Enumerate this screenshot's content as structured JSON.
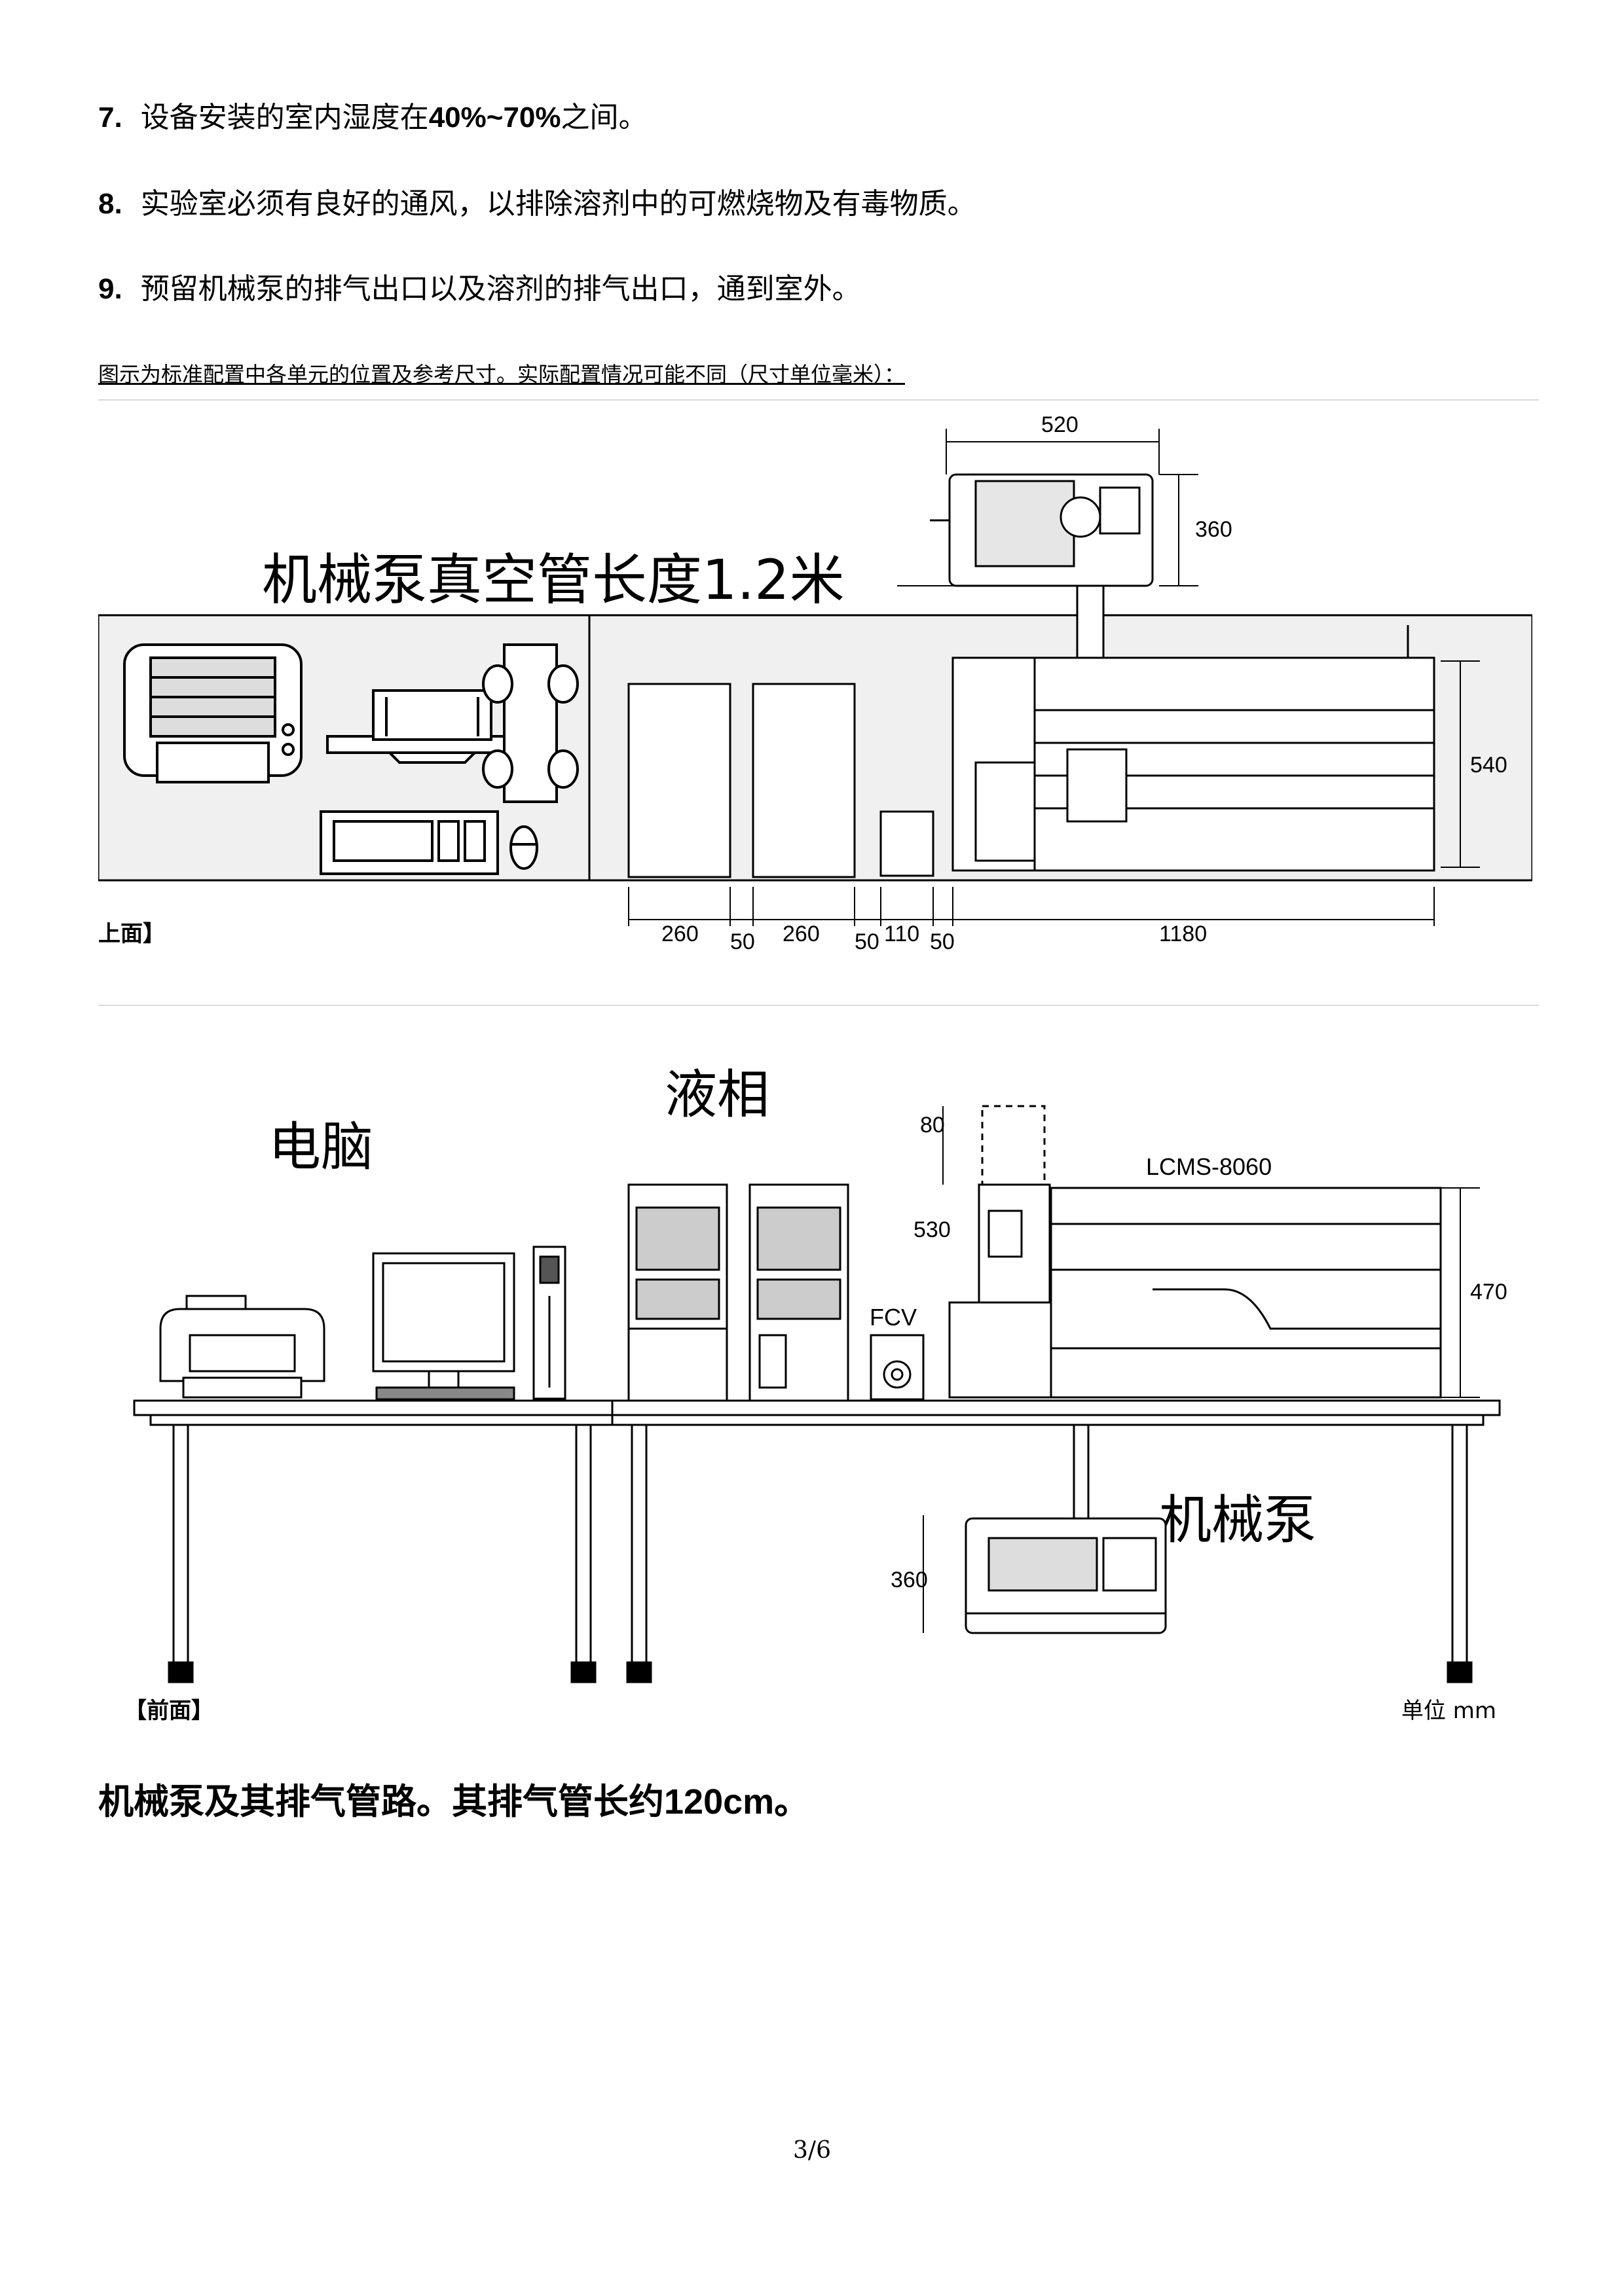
{
  "list": [
    {
      "num": "7.",
      "pre": "设备安装的室内湿度在",
      "bold": "40%~70%",
      "post": "之间。"
    },
    {
      "num": "8.",
      "pre": "实验室必须有良好的通风，以排除溶剂中的可燃烧物及有毒物质。",
      "bold": "",
      "post": ""
    },
    {
      "num": "9.",
      "pre": "预留机械泵的排气出口以及溶剂的排气出口，通到室外。",
      "bold": "",
      "post": ""
    }
  ],
  "caption": "图示为标准配置中各单元的位置及参考尺寸。实际配置情况可能不同（尺寸单位毫米）：",
  "top_view": {
    "title": "机械泵真空管长度1.2米",
    "view_label": "上面】",
    "dims": {
      "pump_w": "520",
      "pump_d": "360",
      "ms_d": "540",
      "lc1": "260",
      "gap1": "50",
      "lc2": "260",
      "gap2": "50",
      "fcv": "110",
      "gap3": "50",
      "ms_w": "1180"
    }
  },
  "front_view": {
    "computer_label": "电脑",
    "lc_label": "液相",
    "pump_label": "机械泵",
    "fcv_label": "FCV",
    "model": "LCMS-8060",
    "dims": {
      "top_clear": "80",
      "ms_front": "530",
      "ms_h": "470",
      "pump_h": "360"
    },
    "view_label": "【前面】",
    "unit": "单位 mm"
  },
  "summary": {
    "pre": "机械泵及其排气管路。其排气管长约",
    "mid": "120cm",
    "post": "。"
  },
  "page_number": "3/6"
}
